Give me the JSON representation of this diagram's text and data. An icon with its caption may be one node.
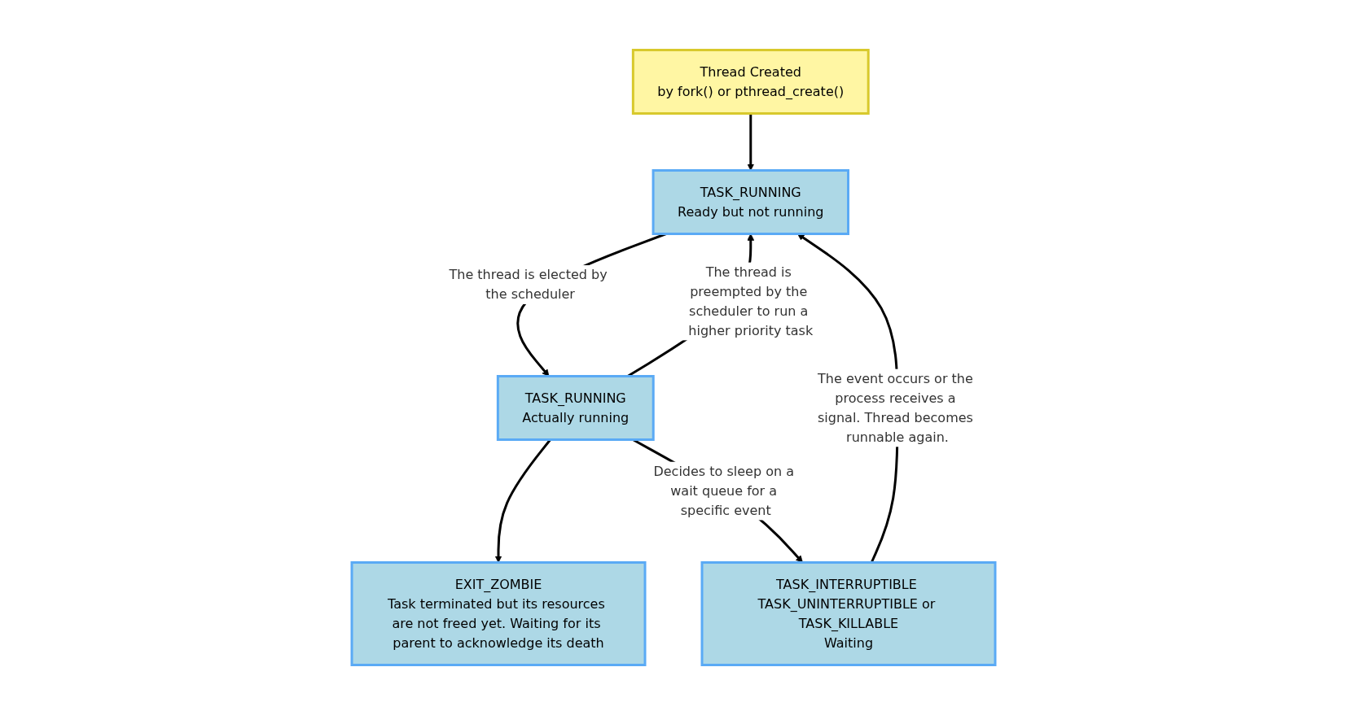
{
  "diagram": {
    "nodes": [
      {
        "text": [
          "Thread Created",
          "by fork() or pthread_create()"
        ]
      },
      {
        "text": [
          "EXIT_ZOMBIE",
          "Task terminated but its resources are not freed yet. Waiting for its parent to acknowledge its death"
        ]
      },
      {
        "text": [
          "TASK_RUNNING",
          "Ready but not running"
        ]
      },
      {
        "text": [
          "TASK_RUNNING",
          "Actually running"
        ]
      },
      {
        "text": [
          "TASK_INTERRUPTIBLE TASK_UNINTERRUPTIBLE or TASK_KILLABLE",
          "Waiting"
        ]
      }
    ],
    "edges": [
      {
        "from": 0,
        "to": 2,
        "arrow": "to"
      },
      {
        "from": 2,
        "to": 3,
        "label": "The thread is elected by the scheduler",
        "arrow": "to"
      },
      {
        "from": 3,
        "to": 2,
        "label": "The thread is preempted by the scheduler to run a higher priority task",
        "arrow": "to"
      },
      {
        "from": 3,
        "to": 1,
        "arrow": "to"
      },
      {
        "from": 3,
        "to": 4,
        "label": "Decides to sleep on a wait queue for a specific event",
        "arrow": "to"
      },
      {
        "from": 4,
        "to": 2,
        "label": "The event occurs or the process receives a signal. Thread becomes runnable again.",
        "arrow": "to"
      }
    ]
  }
}
